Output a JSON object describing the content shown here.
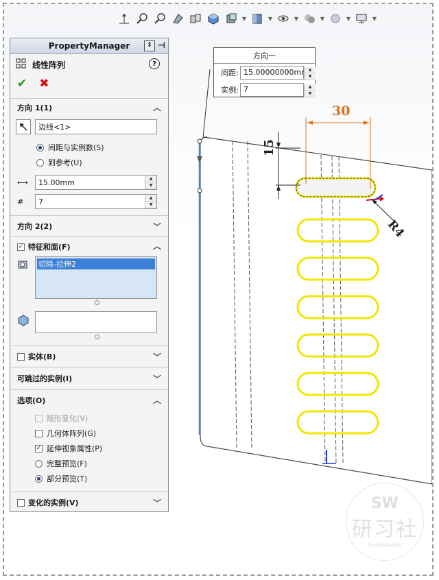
{
  "property_manager": {
    "title": "PropertyManager",
    "feature_name": "线性阵列",
    "help_label": "?"
  },
  "direction1": {
    "header": "方向 1(1)",
    "edge_value": "边线<1>",
    "option_spacing": "间距与实例数(S)",
    "option_reference": "到参考(U)",
    "spacing_value": "15.00mm",
    "instances_value": "7"
  },
  "direction2": {
    "header": "方向 2(2)"
  },
  "features_faces": {
    "header": "特征和面(F)",
    "selected_item": "切除-拉伸2"
  },
  "bodies": {
    "header": "实体(B)"
  },
  "skip_instances": {
    "header": "可跳过的实例(I)"
  },
  "options": {
    "header": "选项(O)",
    "vary_sketch": "随形变化(V)",
    "geometry_pattern": "几何体阵列(G)",
    "propagate_visual": "延伸视象属性(P)",
    "full_preview": "完整预览(F)",
    "partial_preview": "部分预览(T)"
  },
  "varied_instances": {
    "header": "变化的实例(V)"
  },
  "callout": {
    "title": "方向一",
    "spacing_label": "间距:",
    "spacing_value": "15.00000000mm",
    "instances_label": "实例:",
    "instances_value": "7"
  },
  "dimensions": {
    "width": "30",
    "height": "15",
    "radius": "R4"
  },
  "watermark": {
    "top": "SW",
    "main": "研习社",
    "sub": "SolidWorks"
  },
  "colors": {
    "highlight": "#f2e600",
    "dimension": "#e07010",
    "edge_select": "#3a86d8"
  }
}
